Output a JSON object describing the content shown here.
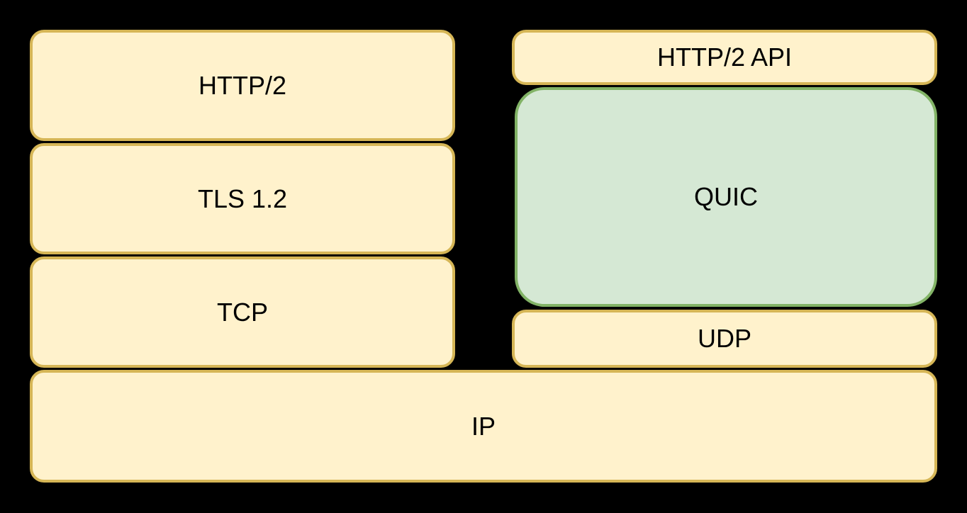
{
  "diagram": {
    "description": "Protocol stack comparison: HTTP/2 over TLS/TCP versus HTTP/2 API over QUIC/UDP, both over IP"
  },
  "colors": {
    "background": "#000000",
    "box_fill": "#FFF2CC",
    "box_border": "#D6B656",
    "quic_fill": "#D5E8D4",
    "quic_border": "#82B366",
    "text_color": "#000000"
  },
  "boxes": {
    "http2": {
      "label": "HTTP/2"
    },
    "tls12": {
      "label": "TLS 1.2"
    },
    "tcp": {
      "label": "TCP"
    },
    "http2_api": {
      "label": "HTTP/2 API"
    },
    "quic": {
      "label": "QUIC"
    },
    "udp": {
      "label": "UDP"
    },
    "ip": {
      "label": "IP"
    }
  }
}
